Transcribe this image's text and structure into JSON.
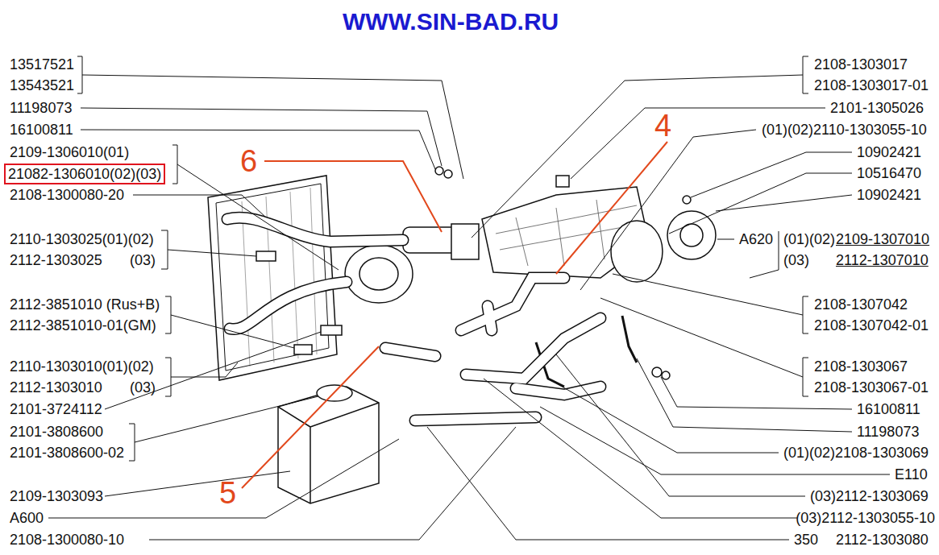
{
  "diagram": {
    "title": "WWW.SIN-BAD.RU",
    "nodes": [
      {
        "text": [
          "21082-1306010(02)(03)"
        ]
      }
    ],
    "labels": [
      "13517521",
      "13543521",
      "11198073",
      "16100811",
      "2109-1306010(01)",
      "2108-1300080-20",
      "2110-1303025(01)(02)",
      "2112-1303025",
      "(03)",
      "2112-3851010 (Rus+B)",
      "2112-3851010-01(GM)",
      "2110-1303010(01)(02)",
      "2112-1303010",
      "(03)",
      "2101-3724112",
      "2101-3808600",
      "2101-3808600-02",
      "2109-1303093",
      "A600",
      "2108-1300080-10",
      "2108-1303017",
      "2108-1303017-01",
      "2101-1305026",
      "(01)(02)2110-1303055-10",
      "10902421",
      "10516470",
      "10902421",
      "A620",
      "(01)(02)",
      "2109-1307010",
      "(03)",
      "2112-1307010",
      "2108-1307042",
      "2108-1307042-01",
      "2108-1303067",
      "2108-1303067-01",
      "16100811",
      "11198073",
      "(01)(02)2108-1303069",
      "E110",
      "(03)2112-1303069",
      "(03)2112-1303055-10",
      "350",
      "2112-1303080",
      "6",
      "4",
      "5"
    ]
  }
}
